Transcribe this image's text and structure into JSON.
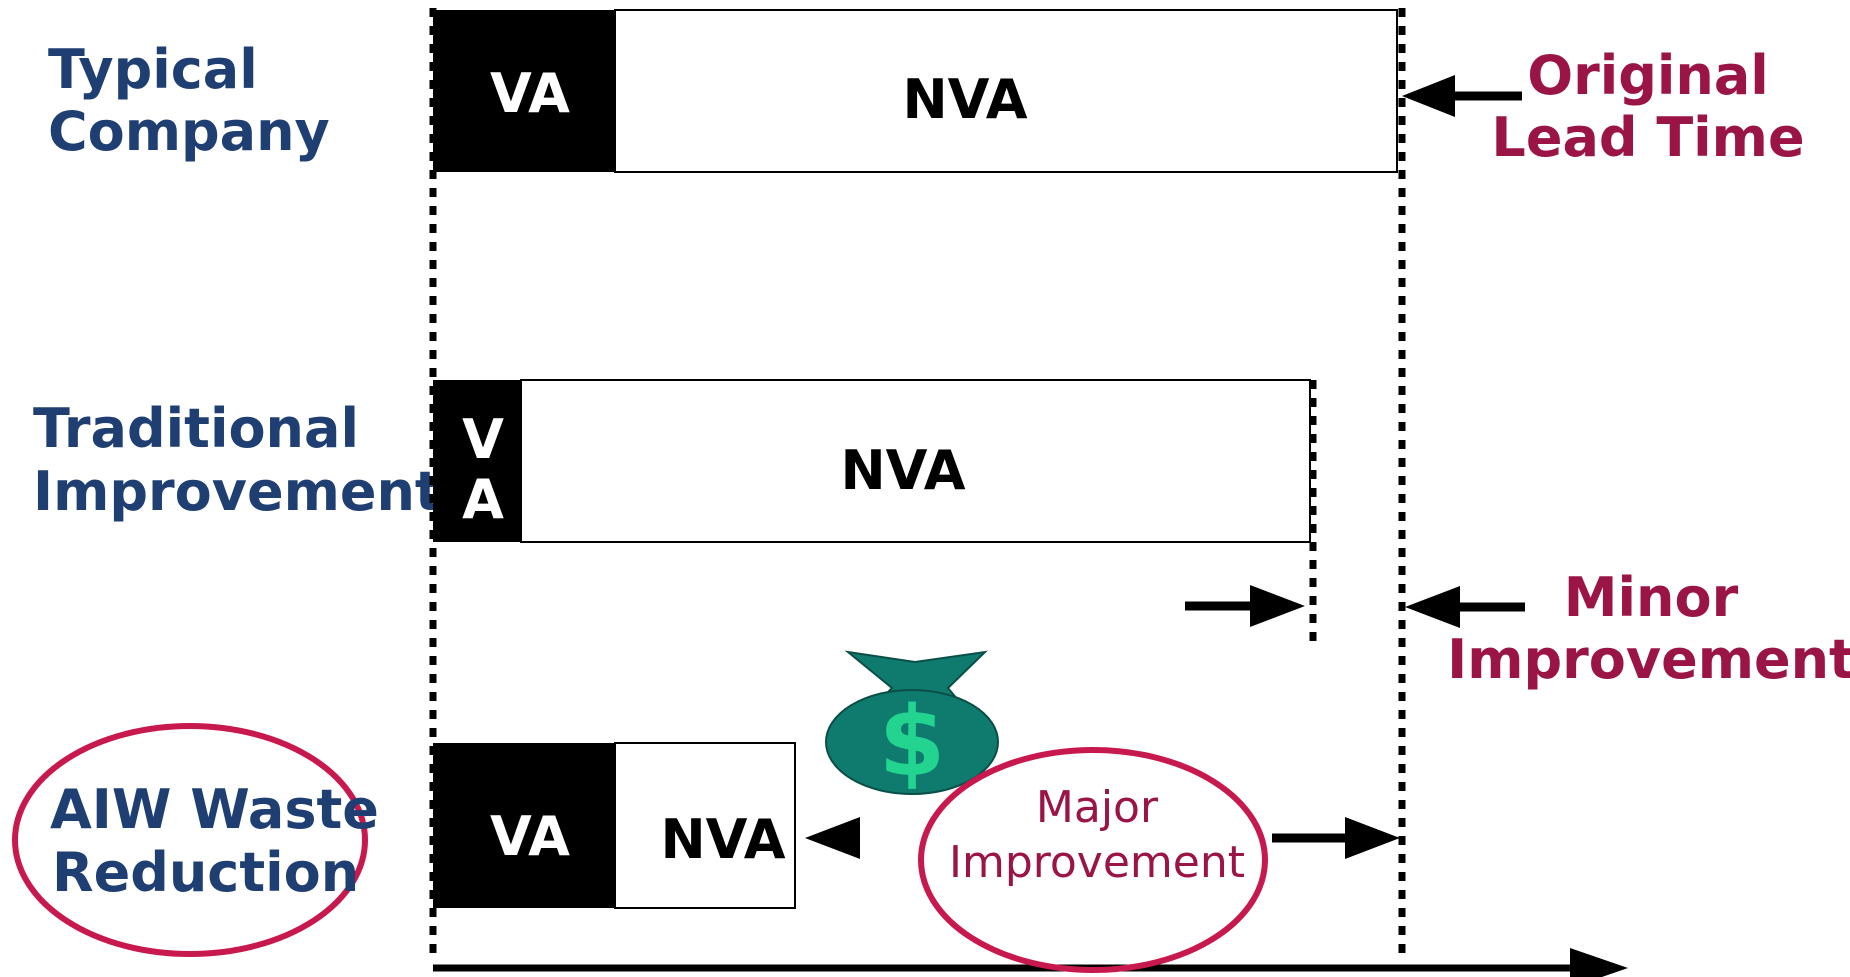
{
  "rows": {
    "typical": {
      "label_line1": "Typical",
      "label_line2": "Company",
      "va": "VA",
      "nva": "NVA"
    },
    "traditional": {
      "label_line1": "Traditional",
      "label_line2": "Improvement",
      "va_line1": "V",
      "va_line2": "A",
      "nva": "NVA"
    },
    "aiw": {
      "label_line1": "AIW Waste",
      "label_line2": "Reduction",
      "va": "VA",
      "nva": "NVA"
    }
  },
  "annotations": {
    "original_line1": "Original",
    "original_line2": "Lead Time",
    "minor_line1": "Minor",
    "minor_line2": "Improvement",
    "major_line1": "Major",
    "major_line2": "Improvement",
    "dollar": "$"
  },
  "colors": {
    "label_blue": "#1f3f73",
    "label_red": "#9b1446",
    "money_bag": "#0f7a6e",
    "dollar_sign": "#22d48f"
  }
}
